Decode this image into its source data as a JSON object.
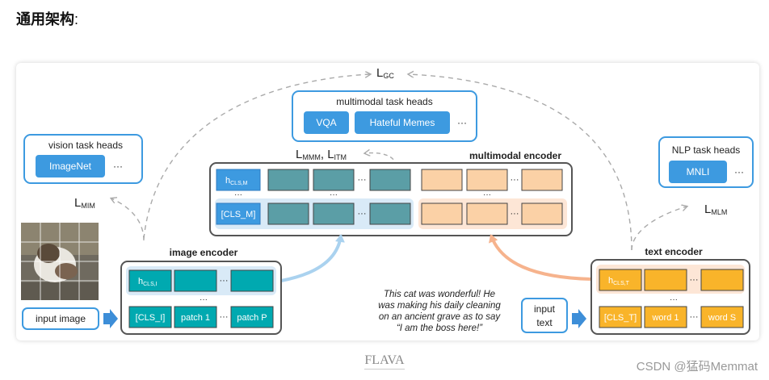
{
  "heading": {
    "title": "通用架构",
    "colon": ":"
  },
  "losses": {
    "gc": {
      "main": "L",
      "sub": "GC"
    },
    "mim": {
      "main": "L",
      "sub": "MIM"
    },
    "mlm": {
      "main": "L",
      "sub": "MLM"
    },
    "mmm_main": "L",
    "mmm_sub": "MMM",
    "sep": ", ",
    "itm_main": "L",
    "itm_sub": "ITM"
  },
  "multimodal_heads": {
    "title": "multimodal task heads",
    "items": [
      "VQA",
      "Hateful Memes"
    ],
    "more": "···"
  },
  "vision_heads": {
    "title": "vision task heads",
    "items": [
      "ImageNet"
    ],
    "more": "···"
  },
  "nlp_heads": {
    "title": "NLP task heads",
    "items": [
      "MNLI"
    ],
    "more": "···"
  },
  "multimodal_encoder": {
    "title": "multimodal encoder",
    "h_main": "h",
    "h_sub": "CLS,M",
    "cls_token": "[CLS_M]",
    "dots": "···",
    "vdots": "···"
  },
  "image_encoder": {
    "title": "image encoder",
    "h_main": "h",
    "h_sub": "CLS,I",
    "tokens": [
      "[CLS_I]",
      "patch 1",
      "patch P"
    ],
    "dots": "···",
    "vdots": "···"
  },
  "text_encoder": {
    "title": "text encoder",
    "h_main": "h",
    "h_sub": "CLS,T",
    "tokens": [
      "[CLS_T]",
      "word 1",
      "word S"
    ],
    "dots": "···",
    "vdots": "···"
  },
  "inputs": {
    "image_label": "input image",
    "text_label_1": "input",
    "text_label_2": "text",
    "text_sample": [
      "This cat was wonderful! He",
      "was making his daily cleaning",
      "on an ancient grave as to say",
      "“I am the boss here!”"
    ]
  },
  "colors": {
    "box_border": "#555555",
    "head_border": "#3d9ae0",
    "head_button": "#3d9ae0",
    "mm_token": "#5b9ea6",
    "img_token": "#00a9b0",
    "txt_token": "#f9b42a",
    "txt_mm_token": "#fbd1a6",
    "arrow_blue": "#aad2ef",
    "arrow_orange": "#f6b38d",
    "dashed": "#aaaaaa",
    "input_arrow": "#3d8ed8"
  },
  "caption": "FLAVA",
  "watermark": "CSDN @猛码Memmat"
}
